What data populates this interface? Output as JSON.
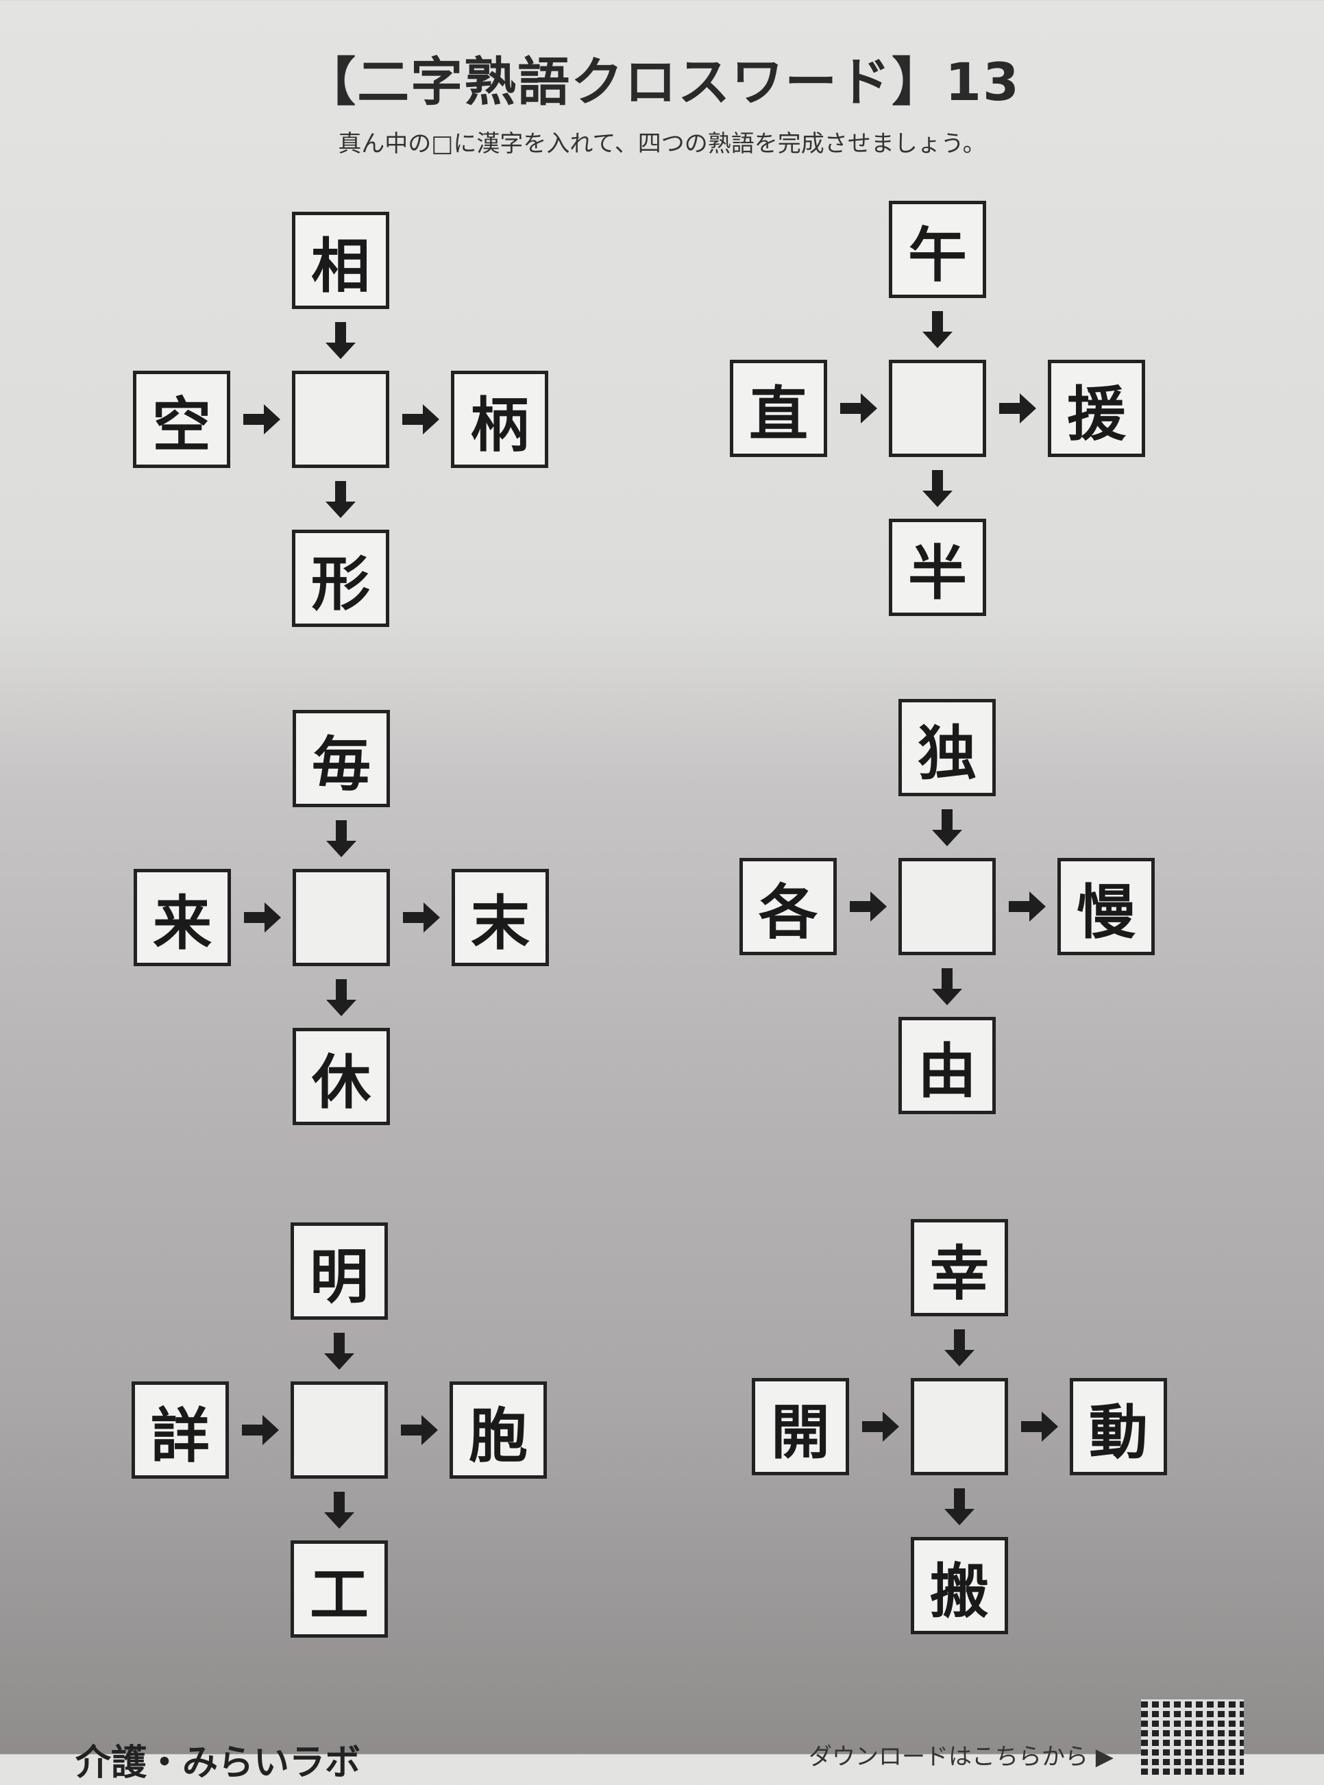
{
  "header": {
    "title": "【二字熟語クロスワード】13",
    "instruction": "真ん中の□に漢字を入れて、四つの熟語を完成させましょう。"
  },
  "puzzles": [
    {
      "top": "相",
      "left": "空",
      "right": "柄",
      "bottom": "形",
      "center": ""
    },
    {
      "top": "午",
      "left": "直",
      "right": "援",
      "bottom": "半",
      "center": ""
    },
    {
      "top": "毎",
      "left": "来",
      "right": "末",
      "bottom": "休",
      "center": ""
    },
    {
      "top": "独",
      "left": "各",
      "right": "慢",
      "bottom": "由",
      "center": ""
    },
    {
      "top": "明",
      "left": "詳",
      "right": "胞",
      "bottom": "工",
      "center": ""
    },
    {
      "top": "幸",
      "left": "開",
      "right": "動",
      "bottom": "搬",
      "center": ""
    }
  ],
  "footer": {
    "brand": "介護・みらいラボ",
    "download": "ダウンロードはこちらから ▶"
  }
}
